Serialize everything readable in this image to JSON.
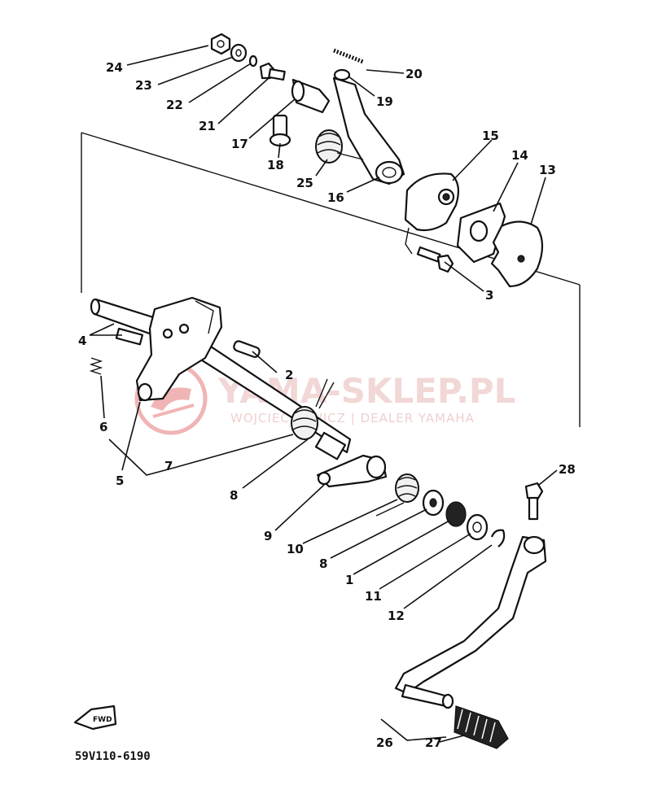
{
  "diagram": {
    "code": "59V110-6190",
    "fwd_badge": "FWD",
    "watermark": {
      "brand": "YAMA-SKLEP.PL",
      "subtitle": "WOJCIECHOWICZ | DEALER YAMAHA",
      "logo_color": "#e36b6b"
    },
    "parts": [
      {
        "id": "p24",
        "label": "24"
      },
      {
        "id": "p23",
        "label": "23"
      },
      {
        "id": "p22",
        "label": "22"
      },
      {
        "id": "p21",
        "label": "21"
      },
      {
        "id": "p20",
        "label": "20"
      },
      {
        "id": "p19",
        "label": "19"
      },
      {
        "id": "p17",
        "label": "17"
      },
      {
        "id": "p18",
        "label": "18"
      },
      {
        "id": "p25",
        "label": "25"
      },
      {
        "id": "p16",
        "label": "16"
      },
      {
        "id": "p15",
        "label": "15"
      },
      {
        "id": "p14",
        "label": "14"
      },
      {
        "id": "p13",
        "label": "13"
      },
      {
        "id": "p3",
        "label": "3"
      },
      {
        "id": "p4",
        "label": "4"
      },
      {
        "id": "p2",
        "label": "2"
      },
      {
        "id": "p6",
        "label": "6"
      },
      {
        "id": "p5",
        "label": "5"
      },
      {
        "id": "p7",
        "label": "7"
      },
      {
        "id": "p8a",
        "label": "8"
      },
      {
        "id": "p9",
        "label": "9"
      },
      {
        "id": "p10",
        "label": "10"
      },
      {
        "id": "p8b",
        "label": "8"
      },
      {
        "id": "p1",
        "label": "1"
      },
      {
        "id": "p11",
        "label": "11"
      },
      {
        "id": "p12",
        "label": "12"
      },
      {
        "id": "p28",
        "label": "28"
      },
      {
        "id": "p26",
        "label": "26"
      },
      {
        "id": "p27",
        "label": "27"
      }
    ]
  }
}
